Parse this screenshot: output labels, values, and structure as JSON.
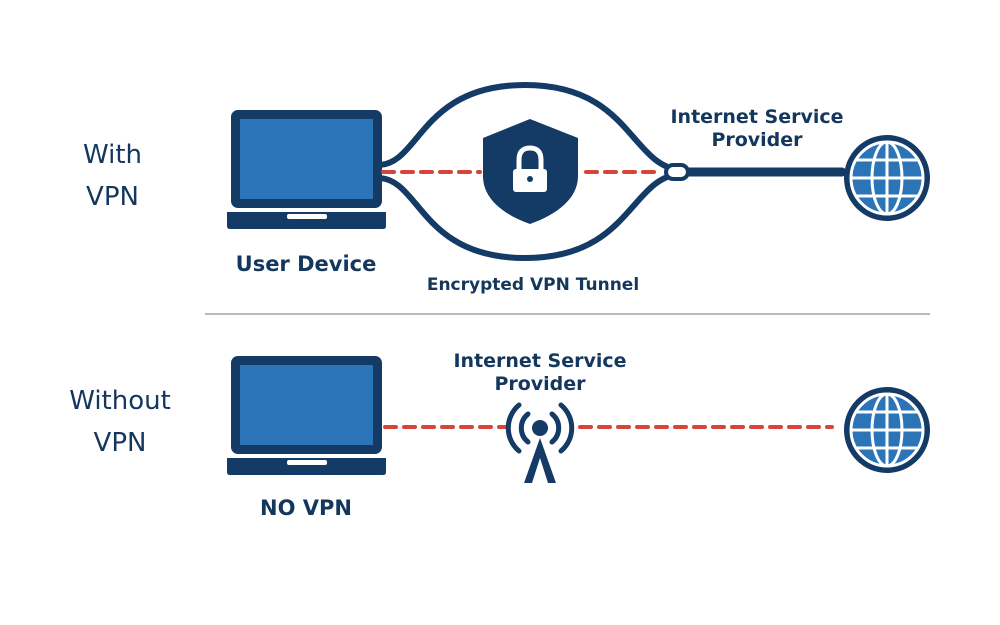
{
  "with_vpn": {
    "row_label_line1": "With",
    "row_label_line2": "VPN",
    "device_label": "User Device",
    "tunnel_label": "Encrypted VPN Tunnel",
    "isp_label_line1": "Internet Service",
    "isp_label_line2": "Provider"
  },
  "without_vpn": {
    "row_label_line1": "Without",
    "row_label_line2": "VPN",
    "device_label": "NO VPN",
    "isp_label_line1": "Internet Service",
    "isp_label_line2": "Provider"
  },
  "colors": {
    "navy": "#143a66",
    "screen_blue": "#2c74b8",
    "dash_red": "#d9443a",
    "divider": "#9aa6b2"
  },
  "icons": [
    "laptop-icon",
    "shield-lock-icon",
    "globe-icon",
    "antenna-icon"
  ]
}
